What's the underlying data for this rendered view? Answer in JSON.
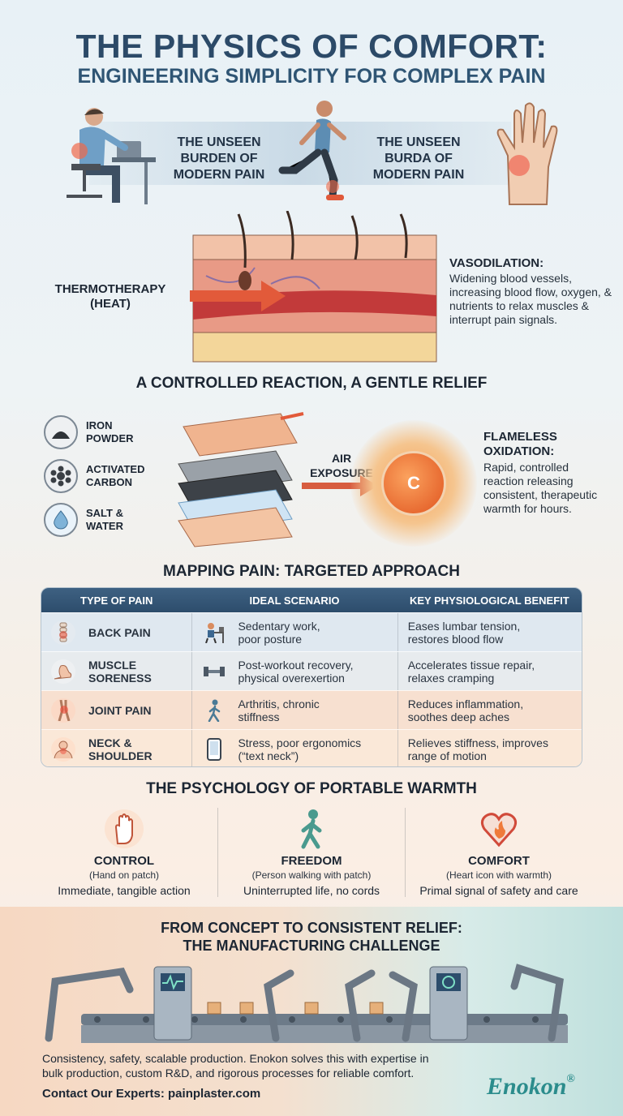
{
  "title": {
    "line1": "THE PHYSICS OF COMFORT:",
    "line2": "ENGINEERING SIMPLICITY FOR COMPLEX PAIN"
  },
  "burden": {
    "left_text": "THE UNSEEN BURDEN OF MODERN PAIN",
    "left_l1": "THE UNSEEN",
    "left_l2": "BURDEN OF",
    "left_l3": "MODERN PAIN",
    "right_l1": "THE UNSEEN",
    "right_l2": "BURDA OF",
    "right_l3": "MODERN PAIN"
  },
  "thermo": {
    "label_l1": "THERMOTHERAPY",
    "label_l2": "(HEAT)",
    "vaso_title": "VASODILATION:",
    "vaso_body": "Widening blood vessels, increasing blood flow, oxygen, & nutrients to relax muscles & interrupt pain signals."
  },
  "reaction": {
    "heading": "A CONTROLLED REACTION, A GENTLE RELIEF",
    "ingredients": [
      {
        "l1": "IRON",
        "l2": "POWDER"
      },
      {
        "l1": "ACTIVATED",
        "l2": "CARBON"
      },
      {
        "l1": "SALT &",
        "l2": "WATER"
      }
    ],
    "air_l1": "AIR",
    "air_l2": "EXPOSURE",
    "atom": "C",
    "flame_l1": "FLAMELESS",
    "flame_l2": "OXIDATION:",
    "flame_body": "Rapid, controlled reaction releasing consistent, therapeutic warmth for hours."
  },
  "mapping": {
    "heading": "MAPPING PAIN: TARGETED APPROACH",
    "headers": [
      "TYPE OF PAIN",
      "IDEAL SCENARIO",
      "KEY PHYSIOLOGICAL BENEFIT"
    ],
    "rows": [
      {
        "pain_l1": "BACK PAIN",
        "pain_l2": "",
        "scenario_l1": "Sedentary work,",
        "scenario_l2": "poor posture",
        "benefit_l1": "Eases lumbar tension,",
        "benefit_l2": "restores blood flow",
        "pain_icon": "spine-icon",
        "scenario_icon": "desk-worker-icon",
        "bg": "#dfe8f0"
      },
      {
        "pain_l1": "MUSCLE",
        "pain_l2": "SORENESS",
        "scenario_l1": "Post-workout recovery,",
        "scenario_l2": "physical overexertion",
        "benefit_l1": "Accelerates tissue repair,",
        "benefit_l2": "relaxes cramping",
        "pain_icon": "flexed-arm-icon",
        "scenario_icon": "dumbbell-icon",
        "bg": "#e7ebee"
      },
      {
        "pain_l1": "JOINT PAIN",
        "pain_l2": "",
        "scenario_l1": "Arthritis, chronic",
        "scenario_l2": "stiffness",
        "benefit_l1": "Reduces inflammation,",
        "benefit_l2": "soothes deep aches",
        "pain_icon": "knee-joint-icon",
        "scenario_icon": "walking-person-icon",
        "bg": "#f7e0d0"
      },
      {
        "pain_l1": "NECK &",
        "pain_l2": "SHOULDER",
        "scenario_l1": "Stress, poor ergonomics",
        "scenario_l2": "(“text neck”)",
        "benefit_l1": "Relieves stiffness, improves",
        "benefit_l2": "range of motion",
        "pain_icon": "neck-shoulder-icon",
        "scenario_icon": "smartphone-icon",
        "bg": "#fae8d8"
      }
    ]
  },
  "psychology": {
    "heading": "THE PSYCHOLOGY OF PORTABLE WARMTH",
    "items": [
      {
        "title": "CONTROL",
        "sub": "(Hand on patch)",
        "desc": "Immediate, tangible action",
        "icon": "hand-icon"
      },
      {
        "title": "FREEDOM",
        "sub": "(Person walking with patch)",
        "desc": "Uninterrupted life, no cords",
        "icon": "walking-person-icon"
      },
      {
        "title": "COMFORT",
        "sub": "(Heart icon with warmth)",
        "desc": "Primal signal of safety and care",
        "icon": "heart-flame-icon"
      }
    ]
  },
  "manufacturing": {
    "heading_l1": "FROM CONCEPT TO CONSISTENT RELIEF:",
    "heading_l2": "THE MANUFACTURING CHALLENGE",
    "body_l1": "Consistency, safety, scalable production. Enokon solves this with expertise in",
    "body_l2": "bulk production, custom R&D, and rigorous processes for reliable comfort.",
    "contact": "Contact Our Experts: painplaster.com",
    "logo": "Enokon",
    "logo_mark": "®"
  },
  "colors": {
    "title": "#2c4a68",
    "table_header": "#2d4d6c",
    "heat": "#e25a3a",
    "logo": "#2b8c8c"
  }
}
